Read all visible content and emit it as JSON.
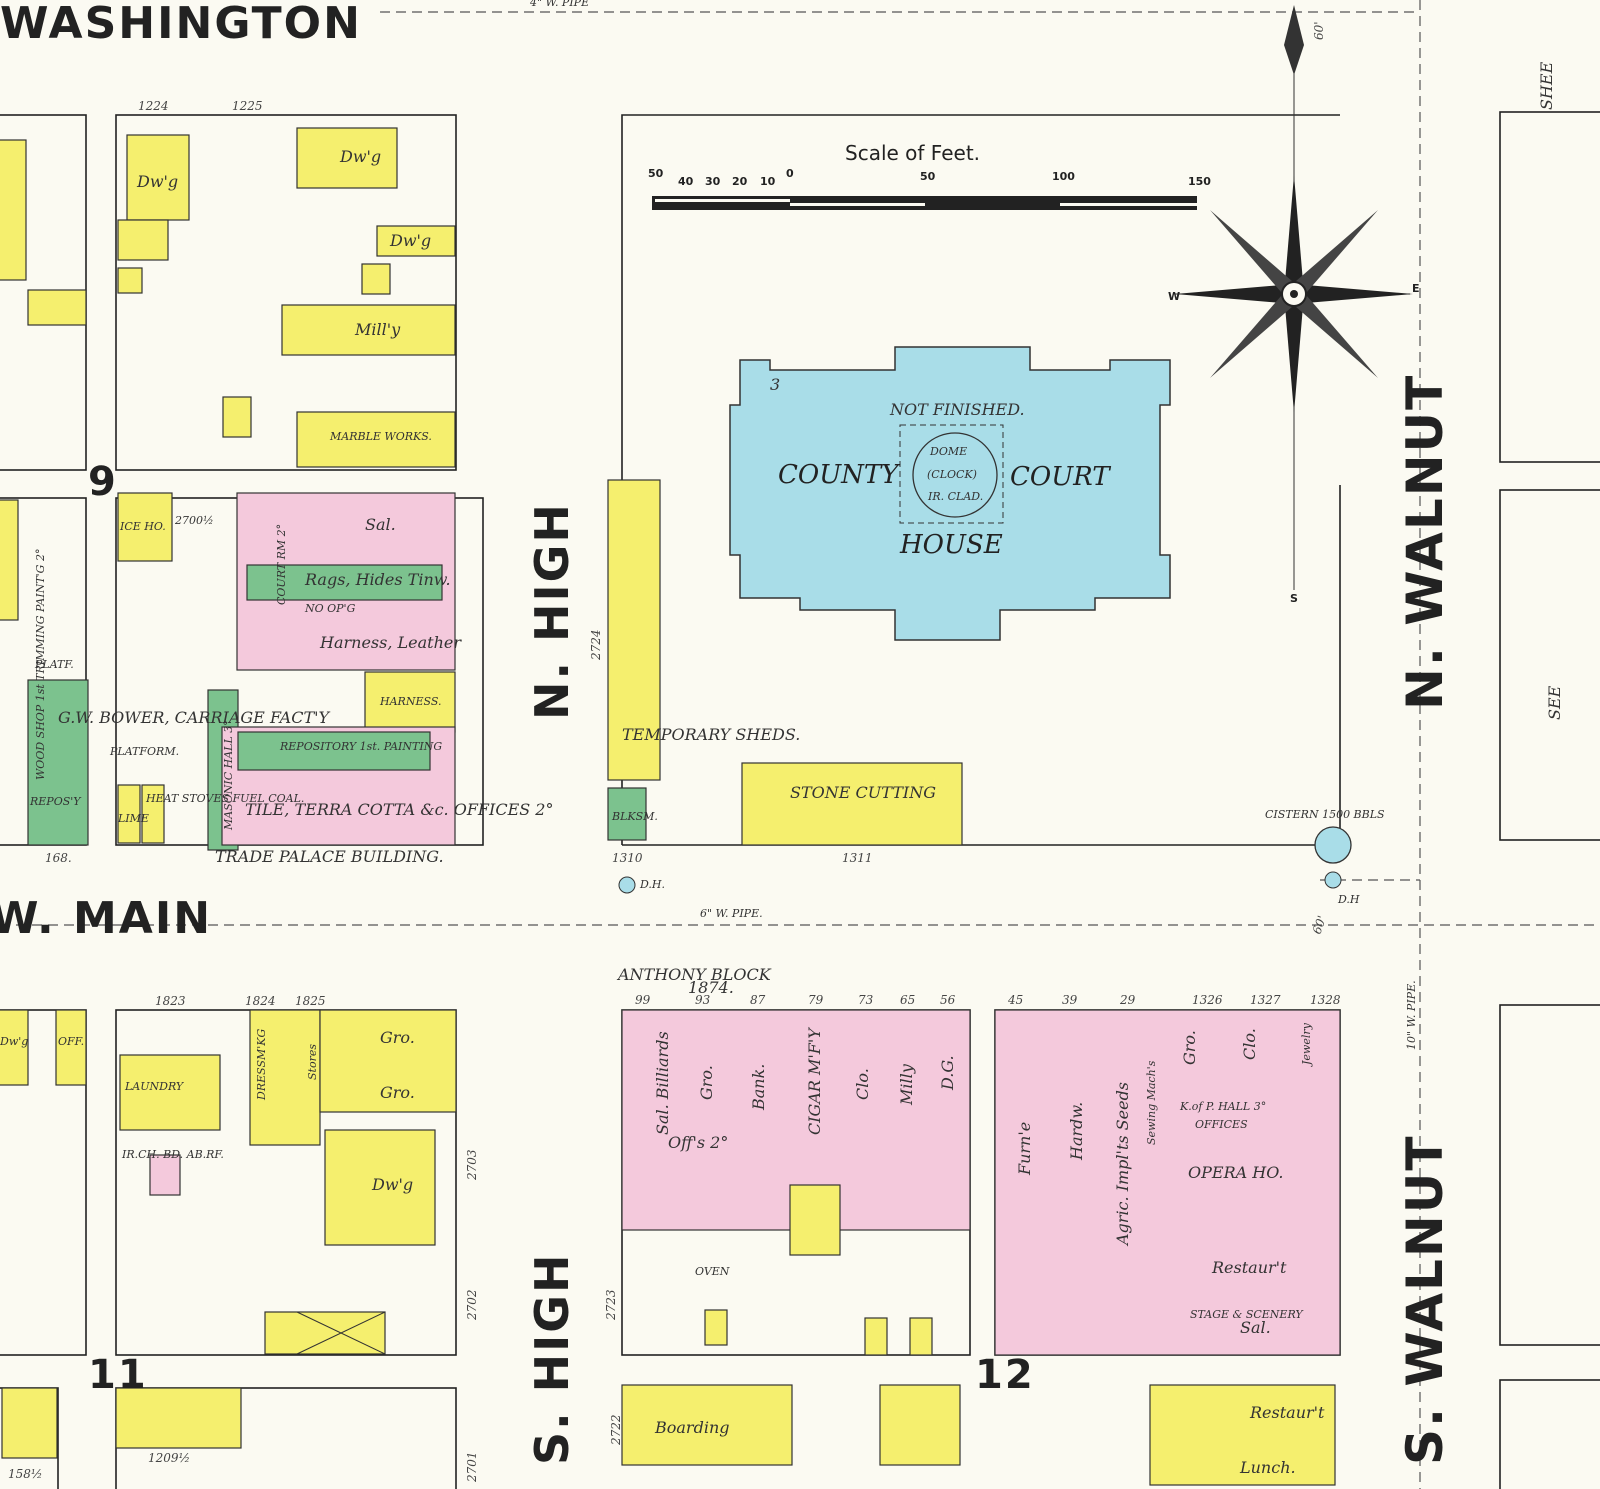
{
  "streets": {
    "washington": "WASHINGTON",
    "main": "W. MAIN",
    "n_high": "N. HIGH",
    "s_high": "S. HIGH",
    "n_walnut": "N. WALNUT",
    "s_walnut": "S. WALNUT",
    "see_top": "SHEE",
    "see_mid": "SEE"
  },
  "blocks": {
    "b9": "9",
    "b11": "11",
    "b12": "12"
  },
  "scale": {
    "title": "Scale of Feet.",
    "ticks": [
      "50",
      "40",
      "30",
      "20",
      "10",
      "0",
      "50",
      "100",
      "150"
    ]
  },
  "compass": {
    "w": "W",
    "e": "E",
    "s": "S"
  },
  "courthouse": {
    "line1": "NOT FINISHED.",
    "left": "COUNTY",
    "right": "COURT",
    "bottom": "HOUSE",
    "dome1": "DOME",
    "dome2": "(CLOCK)",
    "dome3": "IR. CLAD.",
    "stories": "3"
  },
  "sheds": "TEMPORARY SHEDS.",
  "stone": "STONE CUTTING",
  "blksm": "BLKSM.",
  "cistern": "CISTERN 1500 BBLS",
  "dh1": "D.H.",
  "dh2": "D.H",
  "pipes": {
    "p1": "6\" W. PIPE.",
    "p2": "4\" W. PIPE",
    "p3": "10\" W. PIPE."
  },
  "nums": {
    "n1224": "1224",
    "n1225": "1225",
    "n1310": "1310",
    "n1311": "1311",
    "n2724": "2724",
    "n2723": "2723",
    "n2722": "2722",
    "n168": "168.",
    "n1823": "1823",
    "n1824": "1824",
    "n1825": "1825",
    "n1209": "1209½",
    "n158": "158½",
    "n2703": "2703",
    "n2702": "2702",
    "n2701": "2701",
    "n60a": "60'",
    "n60b": "60'"
  },
  "lot9": {
    "dwg1": "Dw'g",
    "dwg2": "Dw'g",
    "dwg3": "Dw'g",
    "mill": "Mill'y",
    "marble": "MARBLE WORKS.",
    "ice": "ICE HO.",
    "ice_num": "2700½",
    "sal": "Sal.",
    "court_rm": "COURT RM 2°",
    "rags": "Rags, Hides Tinw.",
    "no_ops": "NO OP'G",
    "harness_leather": "Harness, Leather",
    "harness": "HARNESS.",
    "bower": "G.W. BOWER, CARRIAGE FACT'Y",
    "repository": "REPOSITORY 1st. PAINTING",
    "platform": "PLATFORM.",
    "masonic": "MASONIC HALL 3°",
    "tile": "TILE, TERRA COTTA &c. OFFICES 2°",
    "trade": "TRADE PALACE BUILDING.",
    "heat": "HEAT STOVES FUEL COAL.",
    "lime": "LIME",
    "platf": "PLATF.",
    "wood": "WOOD SHOP 1st TRIMMING PAINT'G 2°",
    "repos": "REPOS'Y"
  },
  "lot11": {
    "dwg": "Dw'g",
    "off": "OFF.",
    "laundry": "LAUNDRY",
    "dress": "DRESSM'KG",
    "stores": "Stores",
    "gro1": "Gro.",
    "gro2": "Gro.",
    "dwg2": "Dw'g",
    "irch": "IR.CH. BD. AB.RF."
  },
  "lot12": {
    "anthony": "ANTHONY BLOCK",
    "year": "1874.",
    "sal_bill": "Sal. Billiards",
    "gro": "Gro.",
    "bank": "Bank.",
    "cigar": "CIGAR M'F'Y",
    "clo1": "Clo.",
    "milly": "Milly",
    "dg": "D.G.",
    "offs": "Off's 2°",
    "oven": "OVEN",
    "furn": "Furn'e",
    "hardw": "Hardw.",
    "agric": "Agric. Impl'ts Seeds",
    "sewing": "Sewing Mach's",
    "gro2": "Gro.",
    "clo2": "Clo.",
    "jewelry": "Jewelry",
    "kofp": "K.of P. HALL 3°",
    "offices": "OFFICES",
    "opera": "OPERA HO.",
    "restaurant": "Restaur't",
    "stage": "STAGE & SCENERY",
    "sal": "Sal.",
    "boarding": "Boarding",
    "restaurt2": "Restaur't",
    "lunch": "Lunch."
  },
  "addr_anthony": [
    "99",
    "93",
    "87",
    "79",
    "73",
    "65",
    "56",
    "45",
    "39",
    "29",
    "1326",
    "1327",
    "1328"
  ]
}
